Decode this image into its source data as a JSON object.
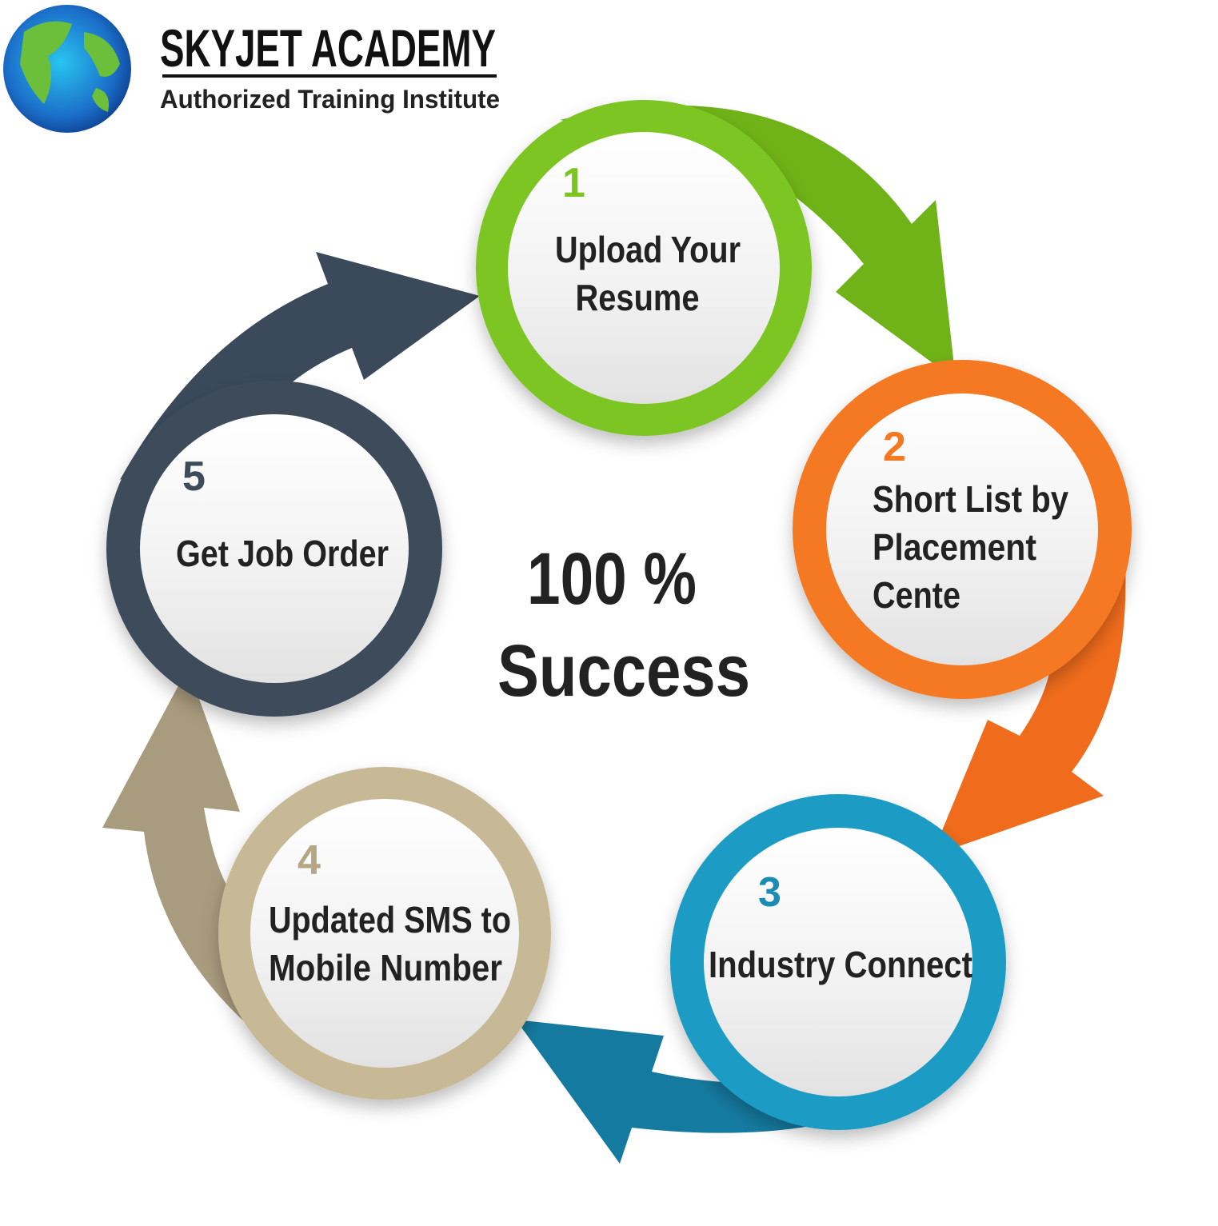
{
  "header": {
    "brand": "SKYJET ACADEMY",
    "tagline": "Authorized Training Institute"
  },
  "center": {
    "line1": "100 %",
    "line2": "Success"
  },
  "steps": [
    {
      "number": "1",
      "lines": [
        "Upload Your",
        "Resume"
      ],
      "color": "#7cc520"
    },
    {
      "number": "2",
      "lines": [
        "Short List by",
        "Placement",
        "Cente"
      ],
      "color": "#f47920"
    },
    {
      "number": "3",
      "lines": [
        "Industry Connect"
      ],
      "color": "#1a9cc4"
    },
    {
      "number": "4",
      "lines": [
        "Updated SMS to",
        "Mobile Number"
      ],
      "color": "#b5a686"
    },
    {
      "number": "5",
      "lines": [
        "Get Job Order"
      ],
      "color": "#3d4b5a"
    }
  ]
}
